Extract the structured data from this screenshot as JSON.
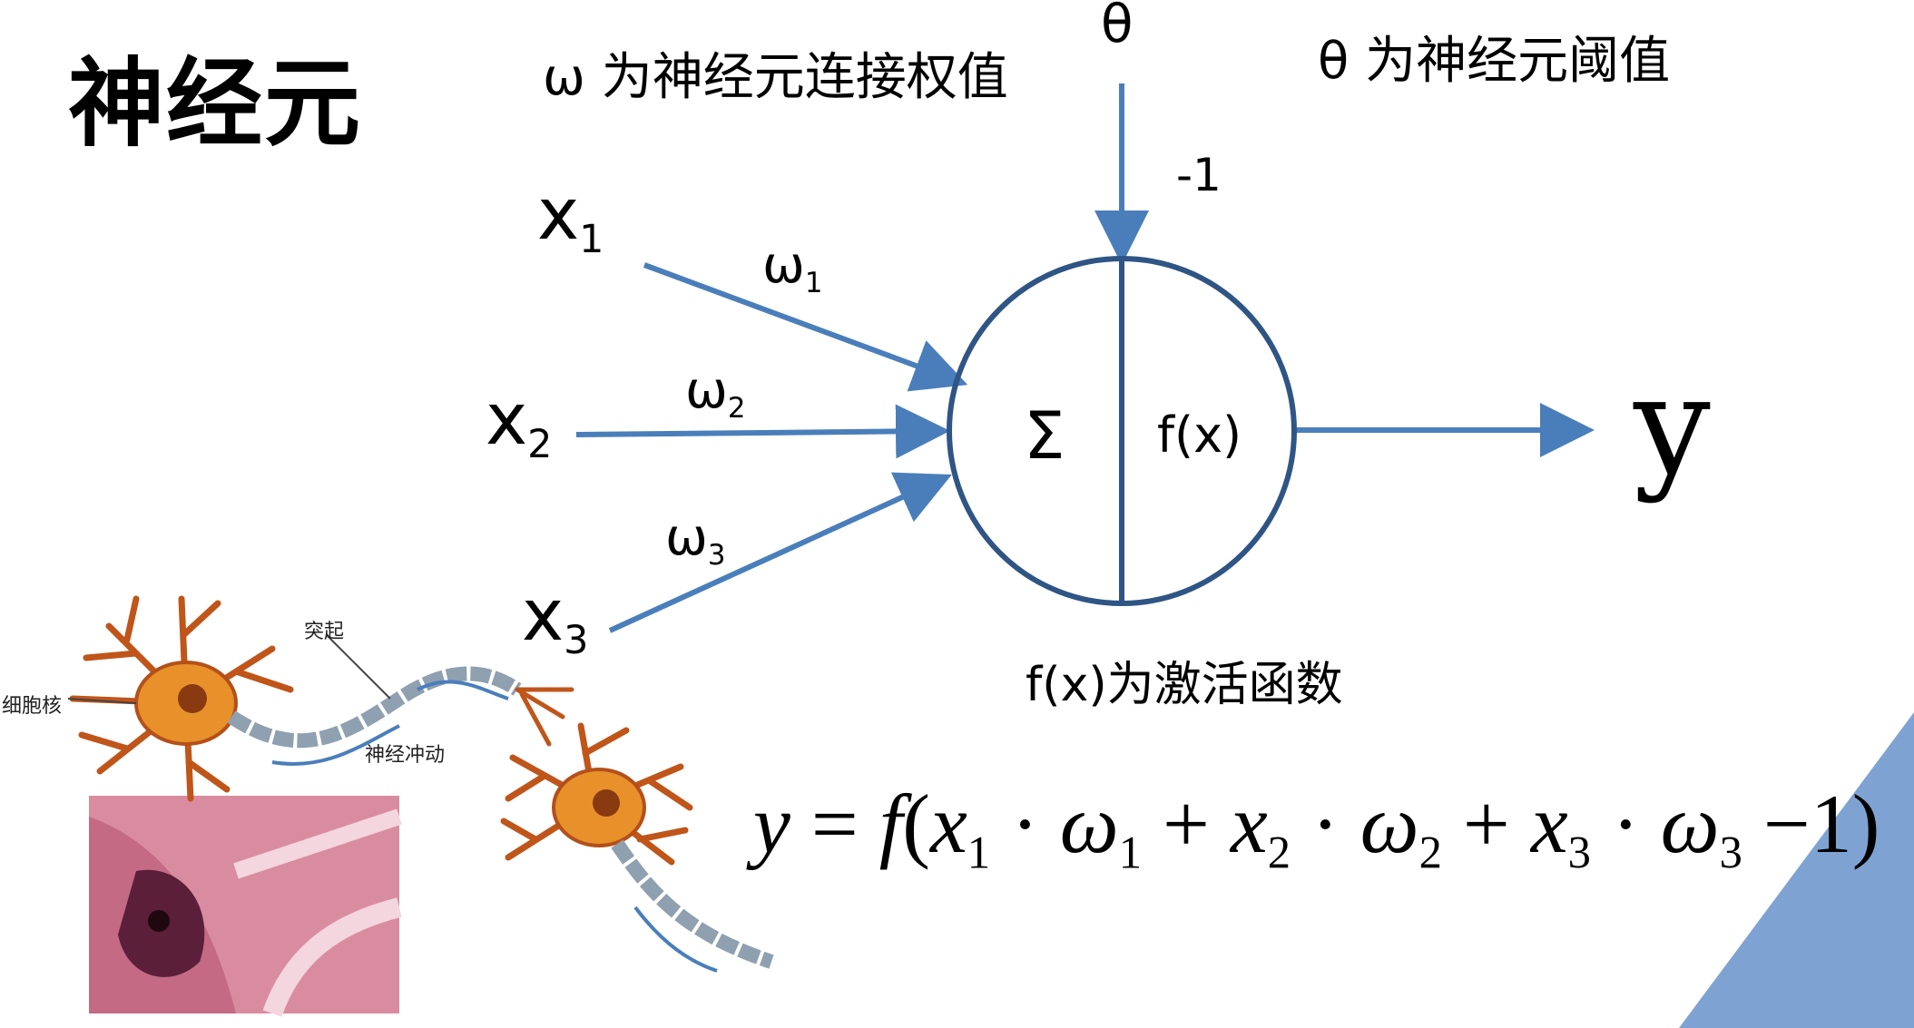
{
  "slide": {
    "title": "神经元",
    "weight_note": "ω 为神经元连接权值",
    "threshold_note": "θ 为神经元阈值",
    "theta_symbol": "θ",
    "bias_input": "-1",
    "inputs": [
      {
        "base": "x",
        "sub": "1"
      },
      {
        "base": "x",
        "sub": "2"
      },
      {
        "base": "x",
        "sub": "3"
      }
    ],
    "weights": [
      {
        "base": "ω",
        "sub": "1"
      },
      {
        "base": "ω",
        "sub": "2"
      },
      {
        "base": "ω",
        "sub": "3"
      }
    ],
    "sum_symbol": "Σ",
    "activation_symbol": "f(x)",
    "output_symbol": "y",
    "activation_note": "f(x)为激活函数",
    "formula": {
      "lhs": "y",
      "equals": "=",
      "fn": "f",
      "open": "(",
      "close": ")",
      "terms": [
        {
          "x": "x",
          "xs": "1",
          "dot": "·",
          "w": "ω",
          "ws": "1"
        },
        {
          "x": "x",
          "xs": "2",
          "dot": "·",
          "w": "ω",
          "ws": "2"
        },
        {
          "x": "x",
          "xs": "3",
          "dot": "·",
          "w": "ω",
          "ws": "3"
        }
      ],
      "plus": "+",
      "minus_const": "−1"
    },
    "biology_labels": {
      "process": "突起",
      "nucleus": "细胞核",
      "impulse": "神经冲动"
    },
    "colors": {
      "arrow": "#4a7ebb",
      "neuron_outline": "#2e5584",
      "accent_triangle": "#7ea3d2",
      "cell_body": "#e8902a",
      "axon": "#8fa0b0"
    }
  }
}
